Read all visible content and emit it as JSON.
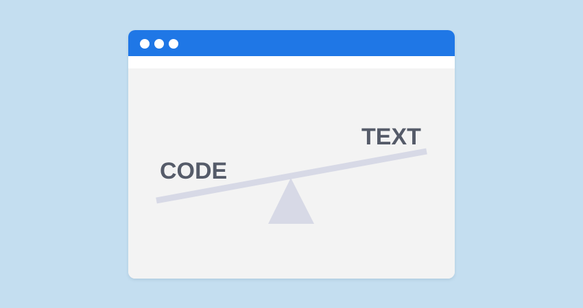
{
  "illustration": {
    "left_label": "CODE",
    "right_label": "TEXT"
  },
  "colors": {
    "background": "#c4def0",
    "titlebar": "#1f77e6",
    "window_body": "#f3f3f3",
    "toolbar_strip": "#ffffff",
    "seesaw": "#d7d9e6",
    "label_text": "#555b69"
  },
  "icons": [
    "window-control-dot",
    "seesaw-plank",
    "seesaw-fulcrum"
  ]
}
